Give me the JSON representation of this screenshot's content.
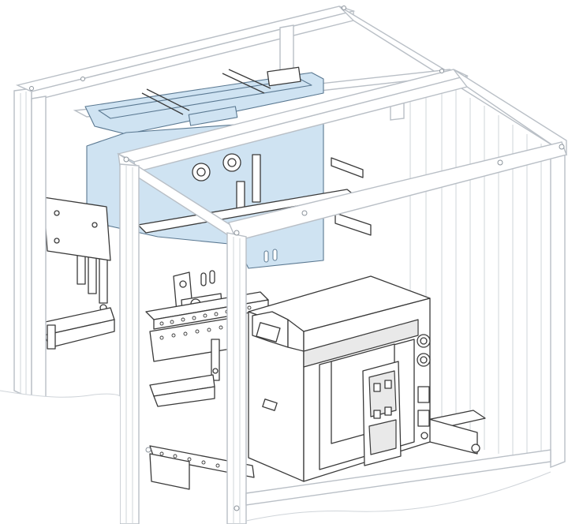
{
  "diagram": {
    "colors": {
      "highlight": "#cfe3f2",
      "frame": "#b9bfc6",
      "line": "#3a3a3a"
    },
    "parts": [
      "enclosure-frame",
      "mounting-plate-highlight",
      "busbar-supports",
      "circuit-breaker",
      "rail-brackets"
    ]
  }
}
